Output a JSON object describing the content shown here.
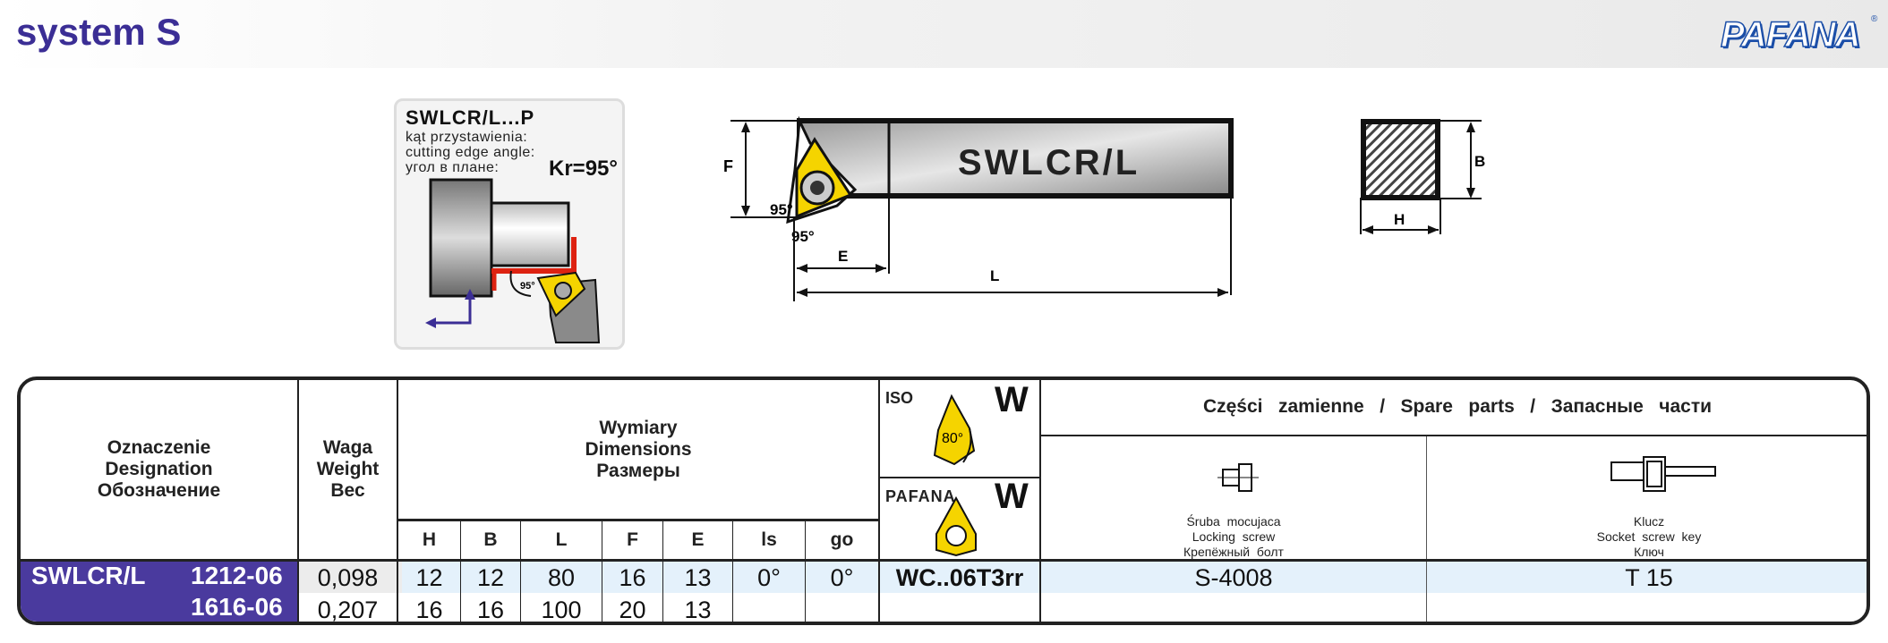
{
  "header": {
    "title": "system S",
    "logo": "PAFANA"
  },
  "mini": {
    "code": "SWLCR/L...P",
    "lines": [
      "kąt przystawienia:",
      "cutting edge angle:",
      "угол в плане:"
    ],
    "kr": "Kr=95°",
    "angle": "95°"
  },
  "drawing": {
    "label": "SWLCR/L",
    "dims": {
      "F": "F",
      "E": "E",
      "L": "L",
      "B": "B",
      "H": "H"
    },
    "angle1": "95°",
    "angle2": "95°"
  },
  "table": {
    "designation": [
      "Oznaczenie",
      "Designation",
      "Обозначение"
    ],
    "weight": [
      "Waga",
      "Weight",
      "Вес"
    ],
    "dimensions": [
      "Wymiary",
      "Dimensions",
      "Размеры"
    ],
    "dim_cols": [
      "H",
      "B",
      "L",
      "F",
      "E",
      "ls",
      "go"
    ],
    "insert": {
      "iso": "ISO",
      "iso_shape": "W",
      "angle": "80°",
      "pafana": "PAFANA",
      "pafana_shape": "W",
      "code": "WC..06T3rr"
    },
    "spare_title": "Części   zamienne   /   Spare   parts   /   Запасные   части",
    "spare": [
      {
        "lines": [
          "Śruba  mocujaca",
          "Locking  screw",
          "Крепёжный  болт"
        ],
        "value": "S-4008",
        "icon": "screw-icon"
      },
      {
        "lines": [
          "Klucz",
          "Socket  screw  key",
          "Ключ"
        ],
        "value": "T 15",
        "icon": "key-icon"
      }
    ],
    "model": "SWLCR/L",
    "rows": [
      {
        "size": "1212-06",
        "weight": "0,098",
        "H": "12",
        "B": "12",
        "L": "80",
        "F": "16",
        "E": "13",
        "ls": "0°",
        "go": "0°"
      },
      {
        "size": "1616-06",
        "weight": "0,207",
        "H": "16",
        "B": "16",
        "L": "100",
        "F": "20",
        "E": "13",
        "ls": "",
        "go": ""
      }
    ]
  },
  "colors": {
    "brand": "#3b2e95",
    "insert": "#f5d400",
    "row_highlight": "#e4f1fb"
  }
}
